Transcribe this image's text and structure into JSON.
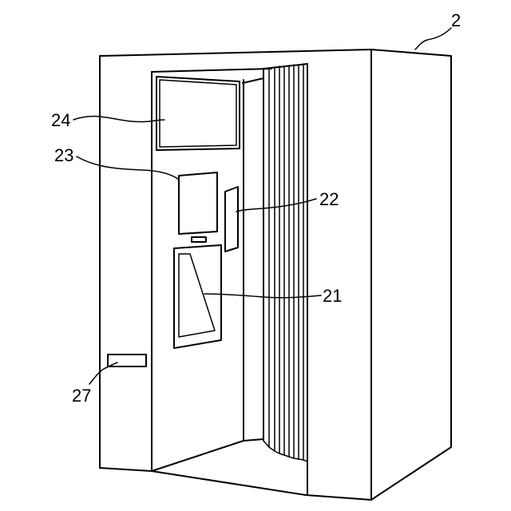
{
  "figure": {
    "labels": {
      "booth": "2",
      "inner_display": "24",
      "photo_window": "23",
      "side_slot": "22",
      "touch_panel": "21",
      "outer_slot": "27"
    },
    "line_color": "#000000",
    "background_color": "#ffffff"
  }
}
